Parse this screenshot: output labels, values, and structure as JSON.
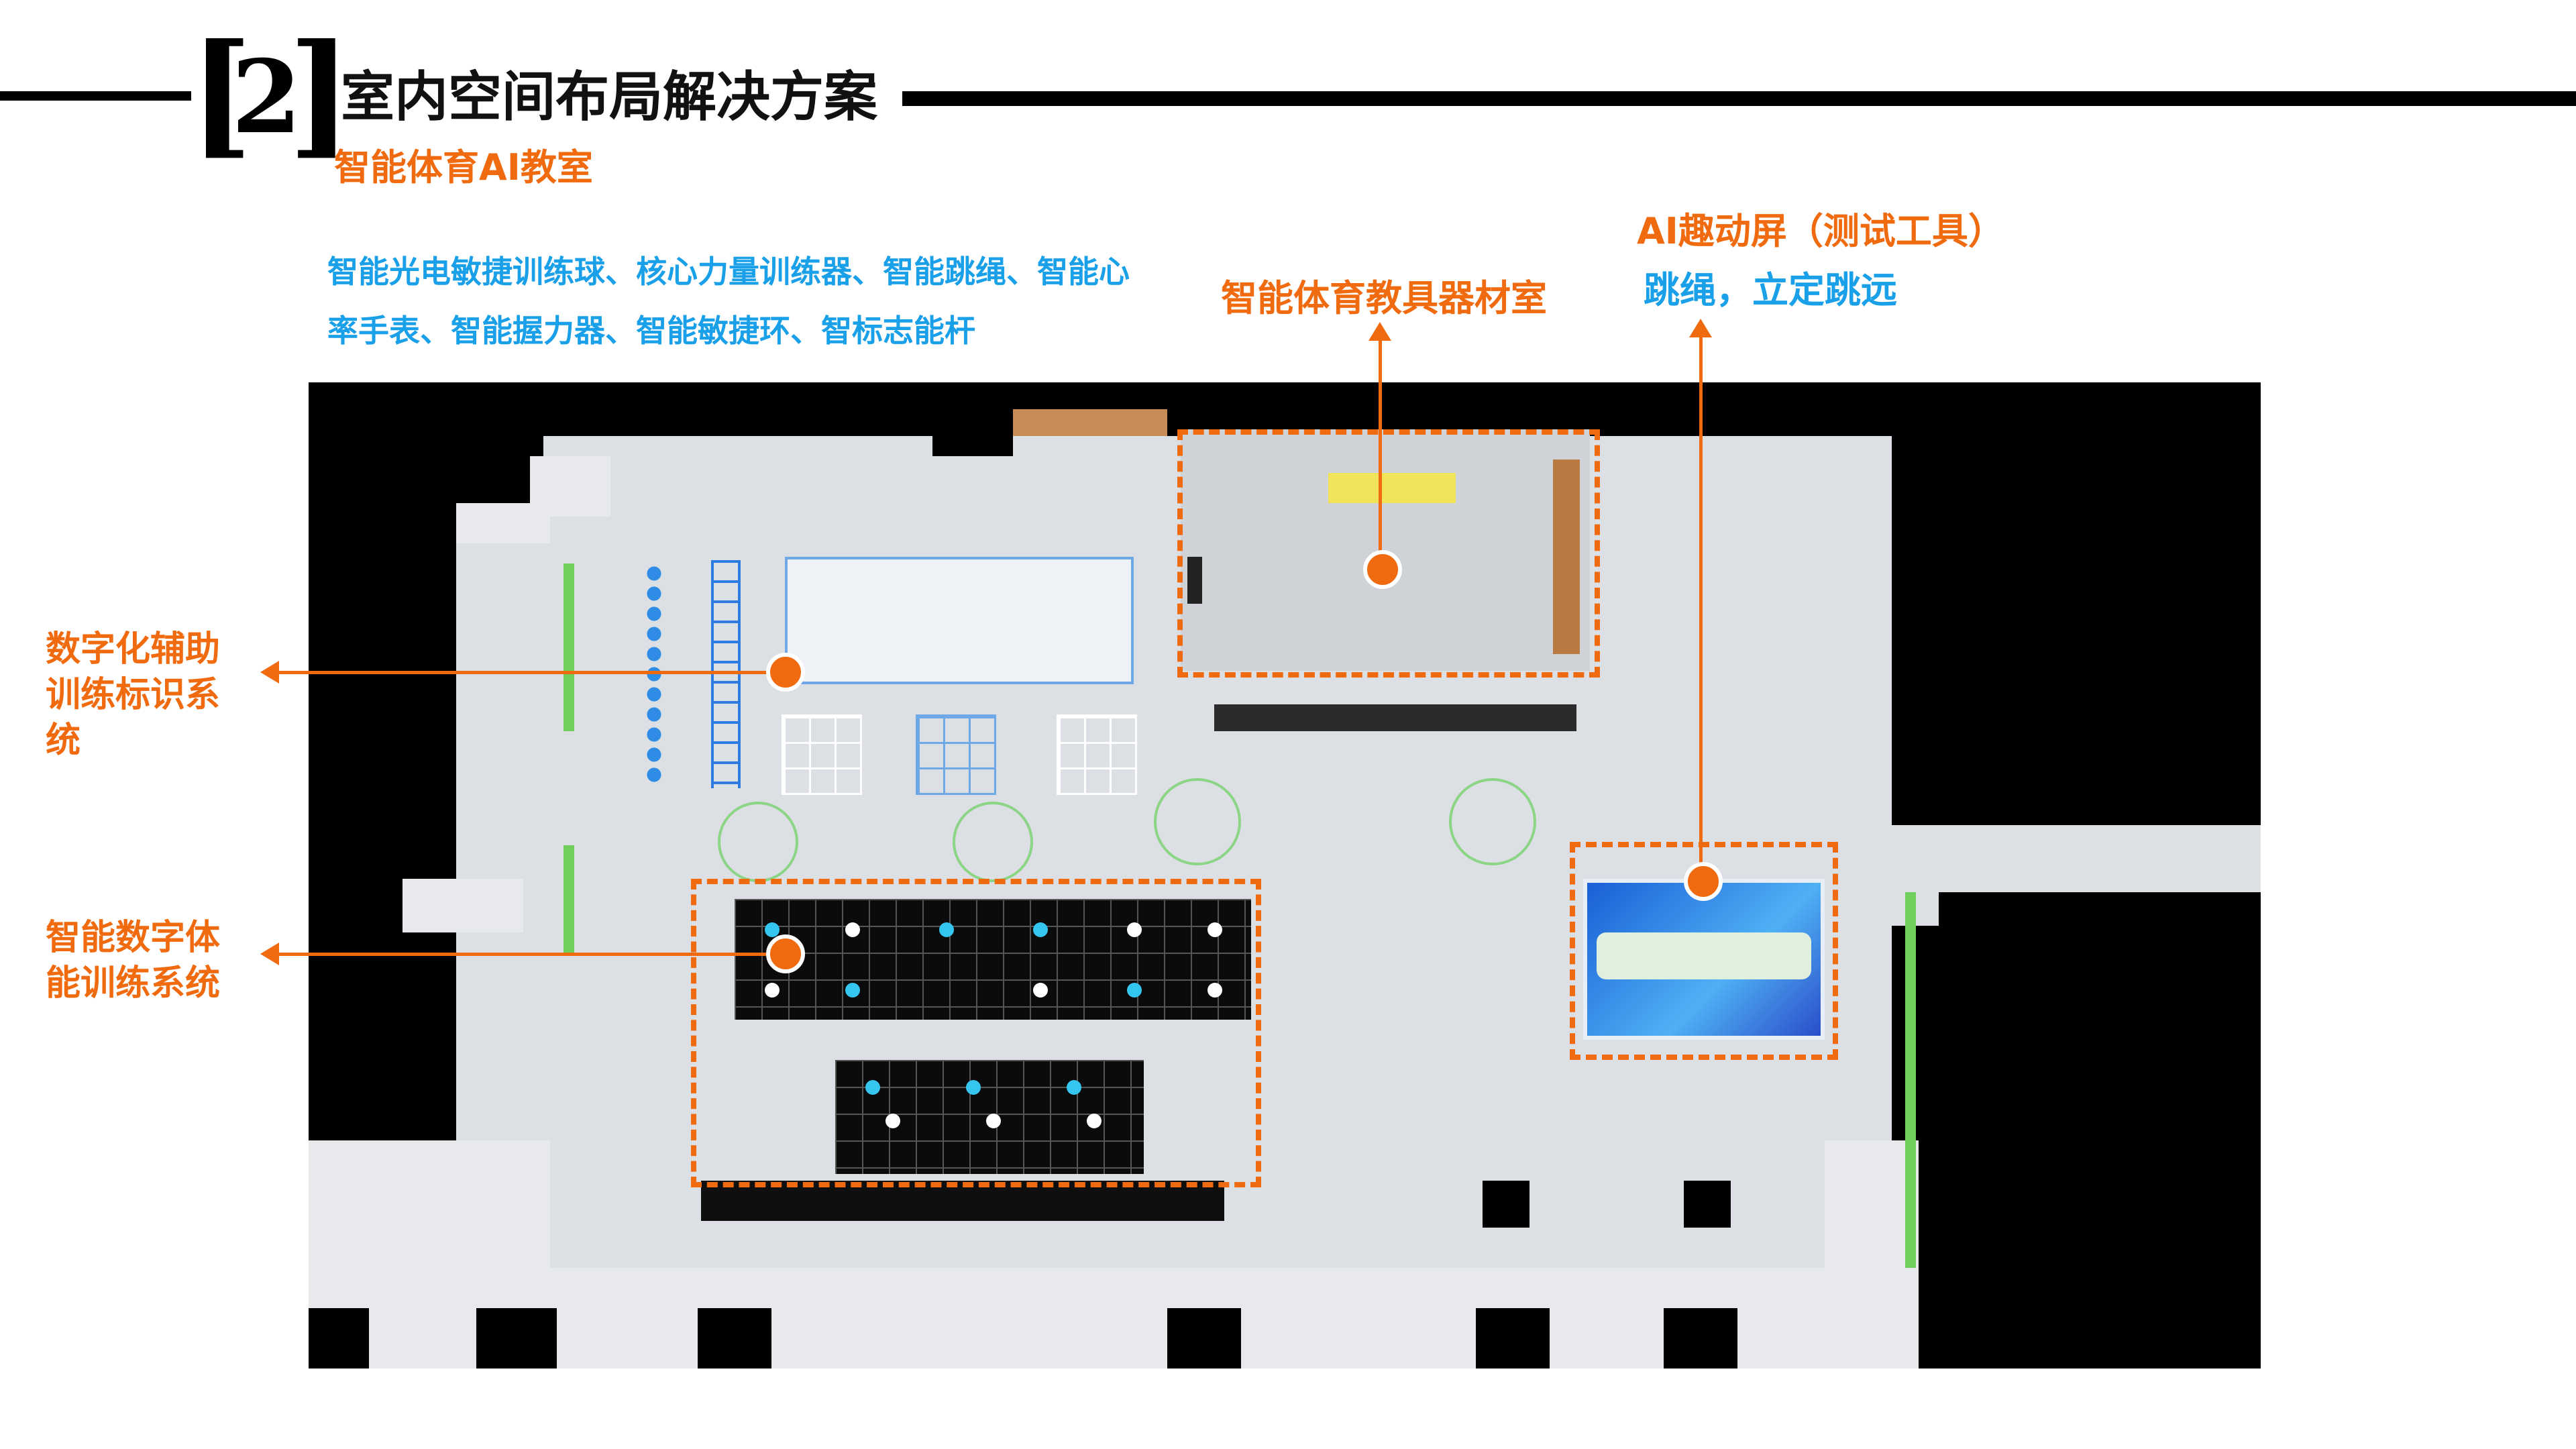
{
  "header": {
    "section_number": "2",
    "title": "室内空间布局解决方案",
    "subtitle": "智能体育AI教室"
  },
  "equipment_list": {
    "line1": "智能光电敏捷训练球、核心力量训练器、智能跳绳、智能心",
    "line2": "率手表、智能握力器、智能敏捷环、智标志能杆"
  },
  "callouts": {
    "equipment_room": "智能体育教具器材室",
    "ai_screen_title": "AI趣动屏（测试工具）",
    "ai_screen_desc": "跳绳，立定跳远",
    "marking_system_line1": "数字化辅助",
    "marking_system_line2": "训练标识系",
    "marking_system_line3": "统",
    "fitness_system_line1": "智能数字体",
    "fitness_system_line2": "能训练系统"
  },
  "colors": {
    "accent": "#F06A0F",
    "blue_text": "#1AA0E8",
    "rule": "#000000"
  }
}
